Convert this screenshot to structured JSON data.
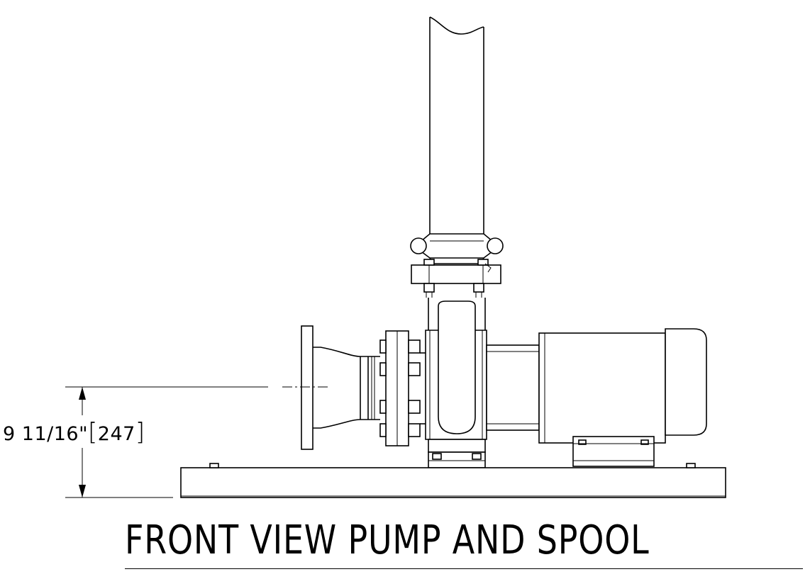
{
  "drawing": {
    "title": "FRONT VIEW PUMP AND SPOOL",
    "dimension": {
      "imperial": "9 11/16\"",
      "metric": "247",
      "bracket_open": "[",
      "bracket_close": "]"
    }
  }
}
